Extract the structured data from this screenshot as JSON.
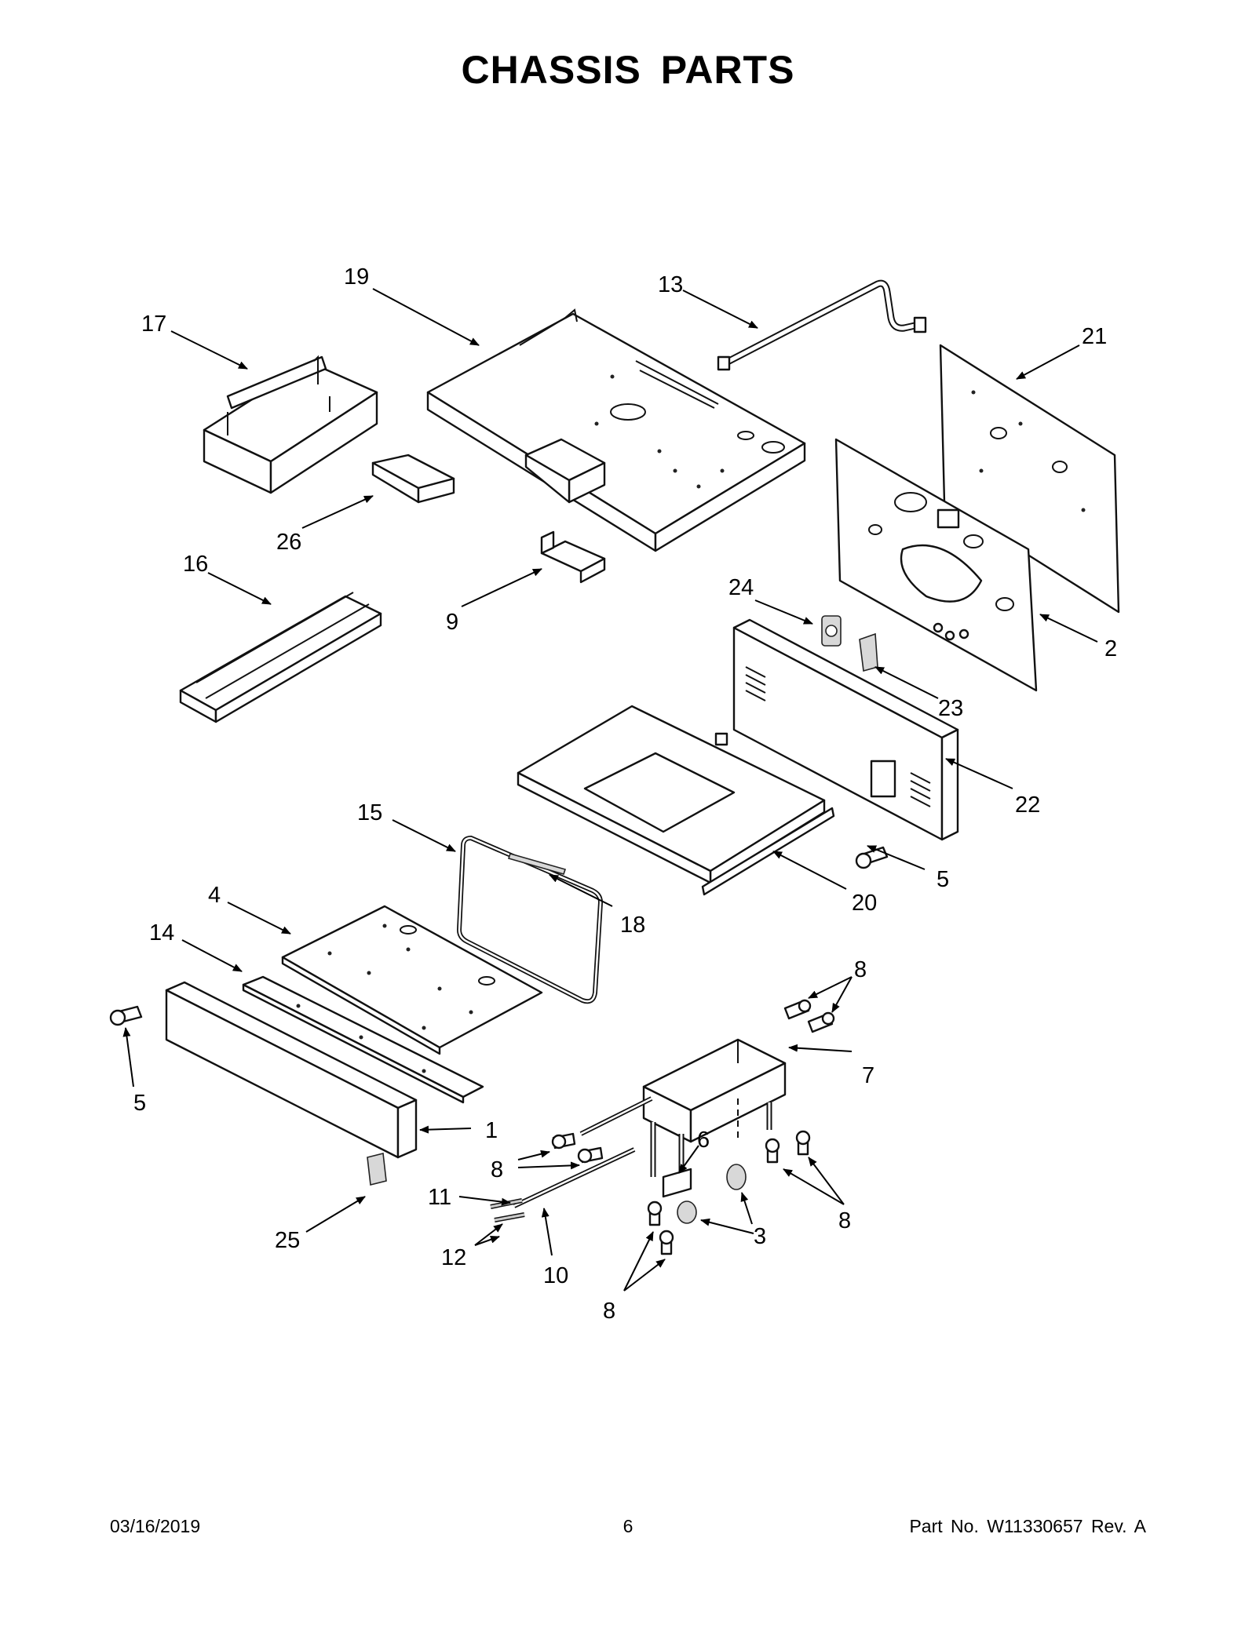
{
  "page": {
    "title": "CHASSIS  PARTS",
    "footer": {
      "date": "03/16/2019",
      "page_number": "6",
      "part_info": "Part No.  W11330657  Rev.  A"
    }
  },
  "callouts": [
    {
      "id": "c19",
      "text": "19"
    },
    {
      "id": "c13",
      "text": "13"
    },
    {
      "id": "c17",
      "text": "17"
    },
    {
      "id": "c21",
      "text": "21"
    },
    {
      "id": "c26",
      "text": "26"
    },
    {
      "id": "c16",
      "text": "16"
    },
    {
      "id": "c9",
      "text": "9"
    },
    {
      "id": "c24",
      "text": "24"
    },
    {
      "id": "c2",
      "text": "2"
    },
    {
      "id": "c23",
      "text": "23"
    },
    {
      "id": "c22",
      "text": "22"
    },
    {
      "id": "c15",
      "text": "15"
    },
    {
      "id": "c5a",
      "text": "5"
    },
    {
      "id": "c20",
      "text": "20"
    },
    {
      "id": "c4",
      "text": "4"
    },
    {
      "id": "c18",
      "text": "18"
    },
    {
      "id": "c14",
      "text": "14"
    },
    {
      "id": "c8a",
      "text": "8"
    },
    {
      "id": "c7",
      "text": "7"
    },
    {
      "id": "c5b",
      "text": "5"
    },
    {
      "id": "c1",
      "text": "1"
    },
    {
      "id": "c6",
      "text": "6"
    },
    {
      "id": "c8b",
      "text": "8"
    },
    {
      "id": "c11",
      "text": "11"
    },
    {
      "id": "c8c",
      "text": "8"
    },
    {
      "id": "c3",
      "text": "3"
    },
    {
      "id": "c25",
      "text": "25"
    },
    {
      "id": "c12",
      "text": "12"
    },
    {
      "id": "c10",
      "text": "10"
    },
    {
      "id": "c8d",
      "text": "8"
    }
  ]
}
